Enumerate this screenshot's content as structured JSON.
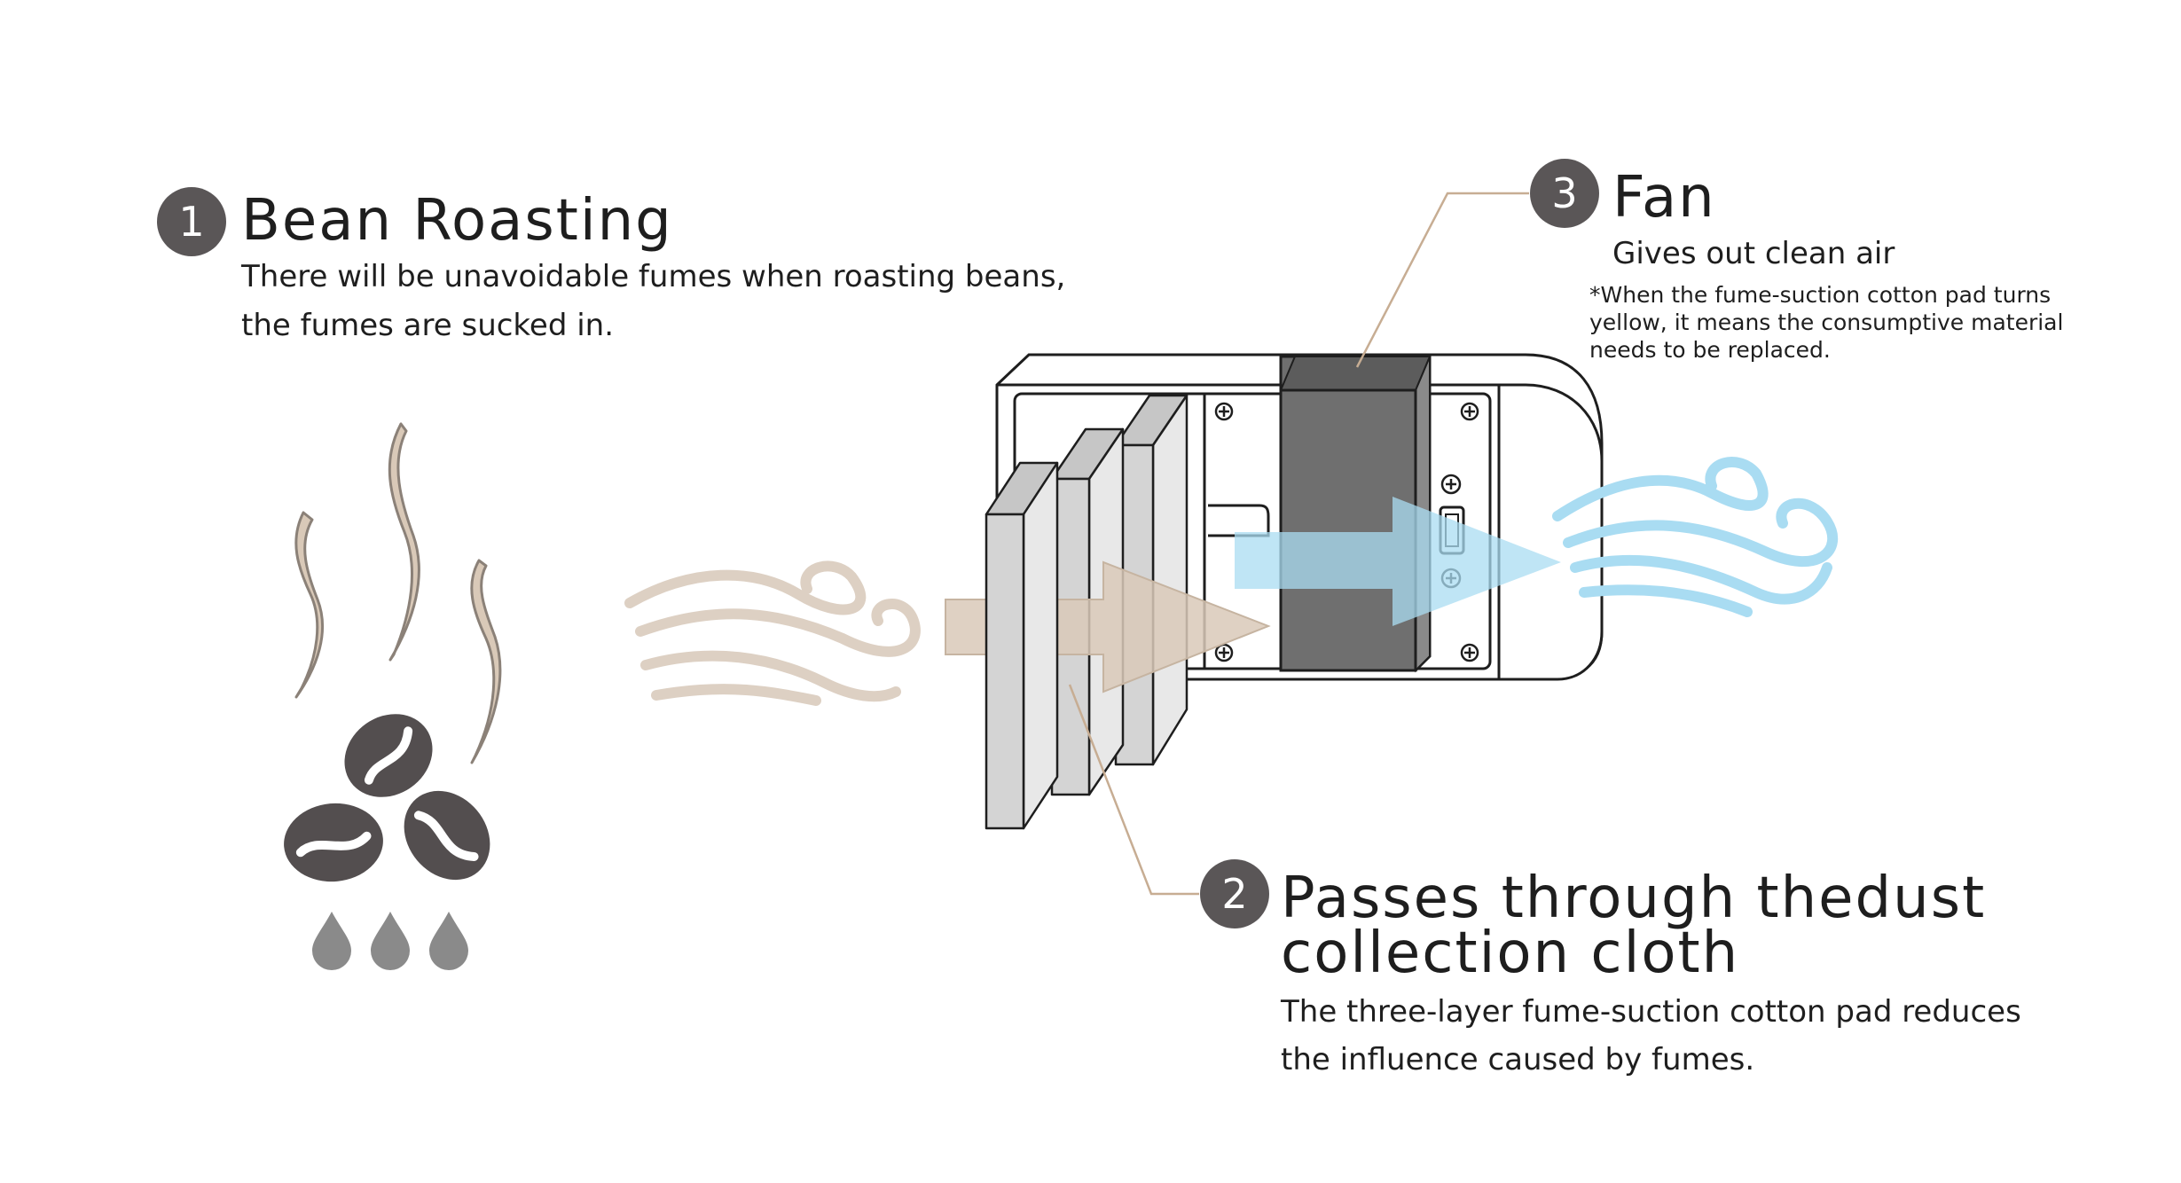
{
  "steps": [
    {
      "number": "1",
      "title": "Bean Roasting",
      "description_lines": [
        "There will be unavoidable fumes when roasting beans,",
        "the fumes are sucked in."
      ]
    },
    {
      "number": "2",
      "title_lines": [
        "Passes through thedust",
        "collection cloth"
      ],
      "description_lines": [
        "The three-layer fume-suction cotton pad reduces",
        "the influence caused by fumes."
      ]
    },
    {
      "number": "3",
      "title": "Fan",
      "subtitle": "Gives out clean air",
      "note_lines": [
        "*When the fume-suction cotton pad turns",
        "yellow, it means the consumptive material",
        "needs to be replaced."
      ]
    }
  ],
  "icons": {
    "step_badge": "numbered-circle",
    "fumes": "smoke-wisps-icon",
    "beans": "coffee-beans-icon",
    "drops": "oil-drops-icon",
    "dirty_air": "dirty-air-swirl-icon",
    "clean_air": "clean-air-swirl-icon",
    "device": "fume-extractor-device",
    "filters": "three-layer-filter-pads",
    "fan": "fan-block"
  },
  "colors": {
    "badge": "#5a5657",
    "fume": "#d9c9b8",
    "fume_stroke": "#8b8178",
    "bean": "#534e4f",
    "drop": "#8a8a8a",
    "clean_air": "#a9dcf2",
    "filter": "#d4d4d4",
    "fan": "#6e6e6e",
    "leader_line": "#c7ad93"
  }
}
